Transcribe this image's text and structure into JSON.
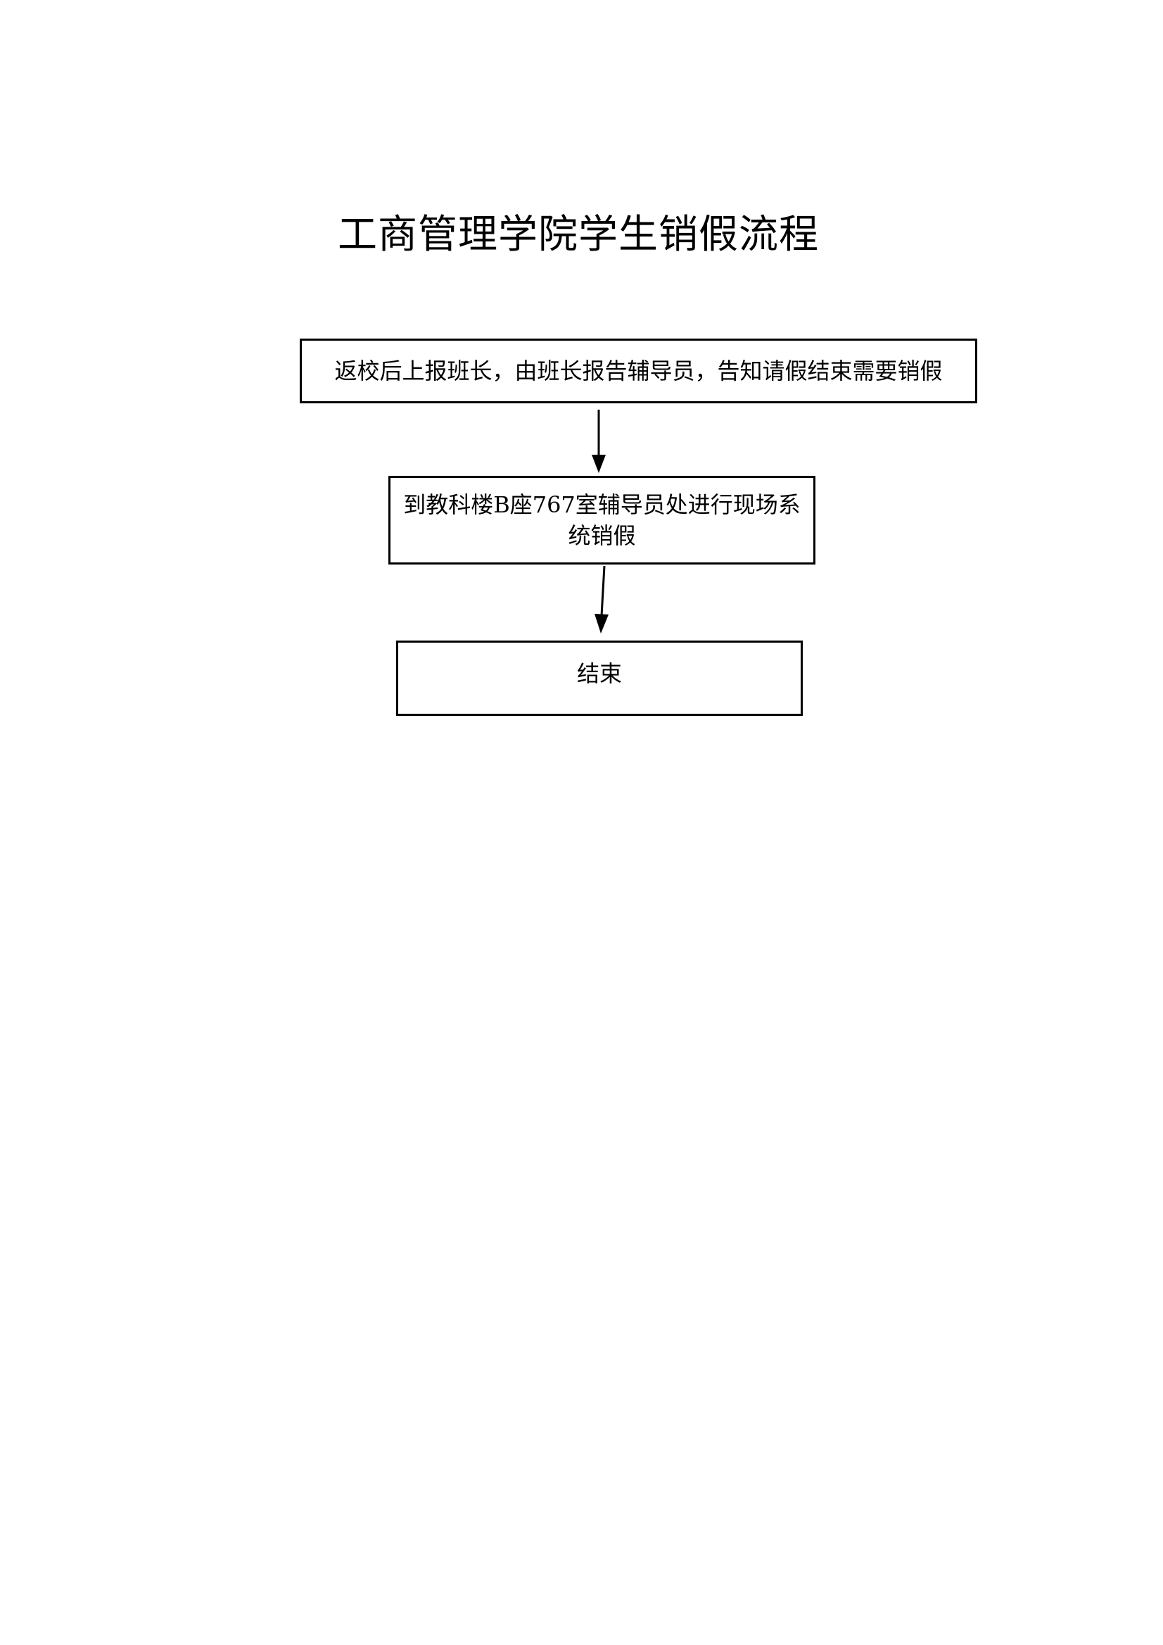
{
  "title": "工商管理学院学生销假流程",
  "steps": [
    {
      "text": "返校后上报班长，由班长报告辅导员，告知请假结束需要销假"
    },
    {
      "text": "到教科楼B座767室辅导员处进行现场系统销假"
    },
    {
      "text": "结束"
    }
  ],
  "colors": {
    "stroke": "#000000",
    "background": "#ffffff"
  }
}
